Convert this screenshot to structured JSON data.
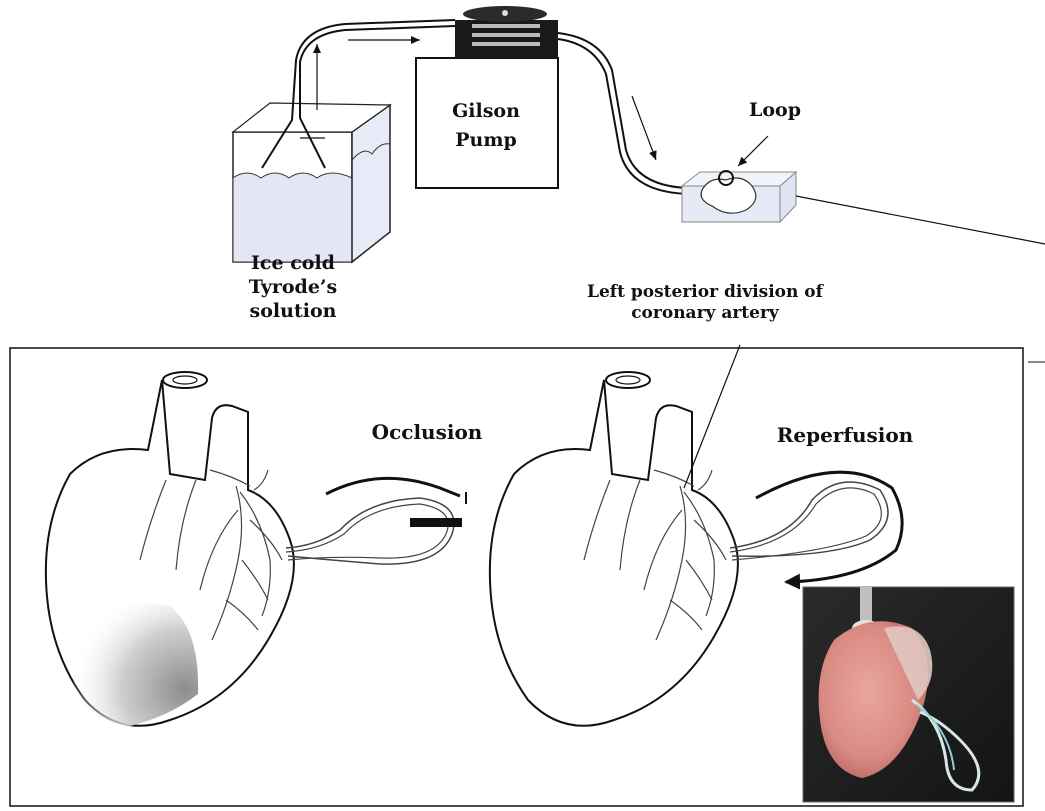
{
  "labels": {
    "ice_cold_line1": "Ice cold",
    "ice_cold_line2": "Tyrode’s",
    "ice_cold_line3": "solution",
    "pump_line1": "Gilson",
    "pump_line2": "Pump",
    "loop": "Loop",
    "artery_line1": "Left posterior division of",
    "artery_line2": "coronary artery",
    "occlusion": "Occlusion",
    "reperfusion": "Reperfusion"
  },
  "colors": {
    "ink": "#111111",
    "solution": "#e6e8f8",
    "pump_head": "#1a1a1a",
    "infarct_shadow": "#9a9a9a",
    "photo_background": "#222222",
    "photo_heart": "#d99088"
  }
}
